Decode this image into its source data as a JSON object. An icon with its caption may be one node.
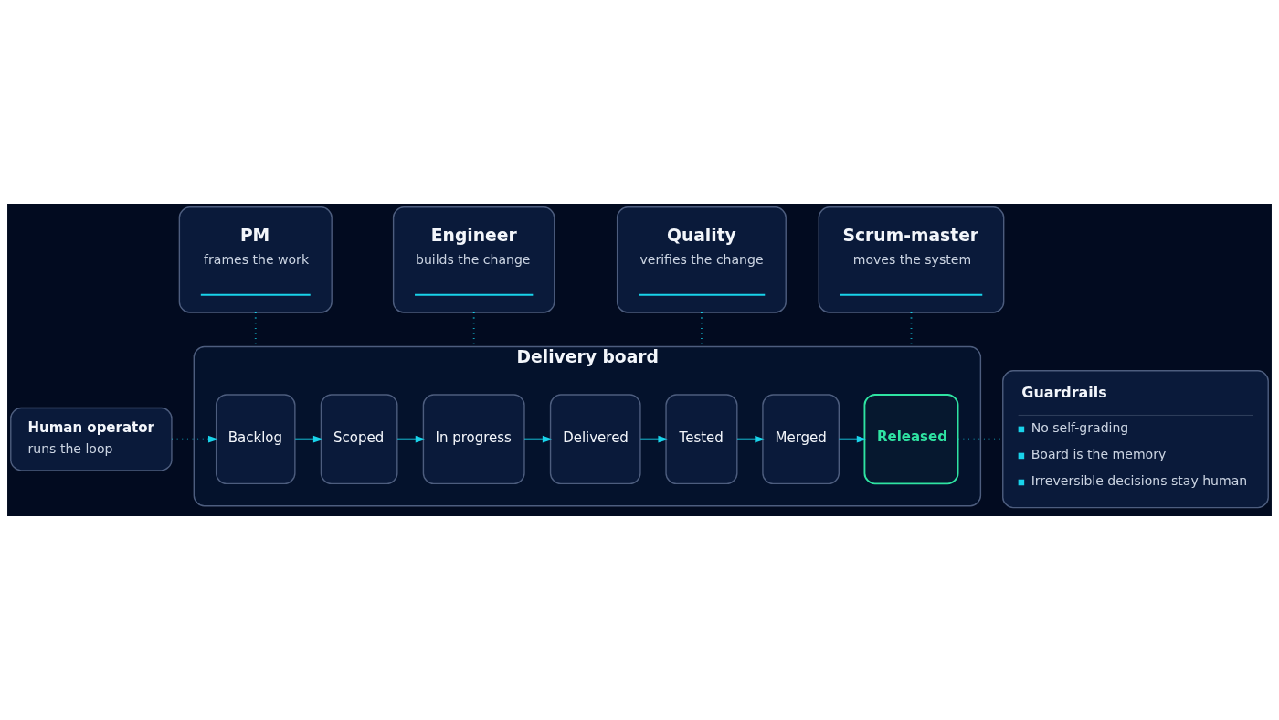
{
  "diagram": {
    "nodes": [
      {
        "text": [
          "PM",
          "frames the work"
        ]
      },
      {
        "text": [
          "Engineer",
          "builds the change"
        ]
      },
      {
        "text": [
          "Quality",
          "verifies the change"
        ]
      },
      {
        "text": [
          "Scrum-master",
          "moves the system"
        ]
      },
      {
        "text": [
          "Human operator",
          "runs the loop"
        ]
      },
      {
        "text": [
          "Delivery board"
        ]
      },
      {
        "text": [
          "Backlog"
        ],
        "in": 5
      },
      {
        "text": [
          "Scoped"
        ],
        "in": 5
      },
      {
        "text": [
          "In progress"
        ],
        "in": 5
      },
      {
        "text": [
          "Delivered"
        ],
        "in": 5
      },
      {
        "text": [
          "Tested"
        ],
        "in": 5
      },
      {
        "text": [
          "Merged"
        ],
        "in": 5
      },
      {
        "text": [
          "Released"
        ],
        "in": 5
      },
      {
        "text": [
          "Guardrails",
          "No self-grading",
          "Board is the memory",
          "Irreversible decisions stay human"
        ]
      }
    ],
    "edges": [
      {
        "from": 0,
        "to": 5,
        "arrow": "none",
        "style": "dashed"
      },
      {
        "from": 1,
        "to": 5,
        "arrow": "none",
        "style": "dashed"
      },
      {
        "from": 2,
        "to": 5,
        "arrow": "none",
        "style": "dashed"
      },
      {
        "from": 3,
        "to": 5,
        "arrow": "none",
        "style": "dashed"
      },
      {
        "from": 4,
        "to": 6,
        "arrow": "to",
        "style": "dashed"
      },
      {
        "from": 6,
        "to": 7,
        "arrow": "to"
      },
      {
        "from": 7,
        "to": 8,
        "arrow": "to"
      },
      {
        "from": 8,
        "to": 9,
        "arrow": "to"
      },
      {
        "from": 9,
        "to": 10,
        "arrow": "to"
      },
      {
        "from": 10,
        "to": 11,
        "arrow": "to"
      },
      {
        "from": 11,
        "to": 12,
        "arrow": "to"
      },
      {
        "from": 12,
        "to": 13,
        "arrow": "none",
        "style": "dashed"
      }
    ]
  }
}
